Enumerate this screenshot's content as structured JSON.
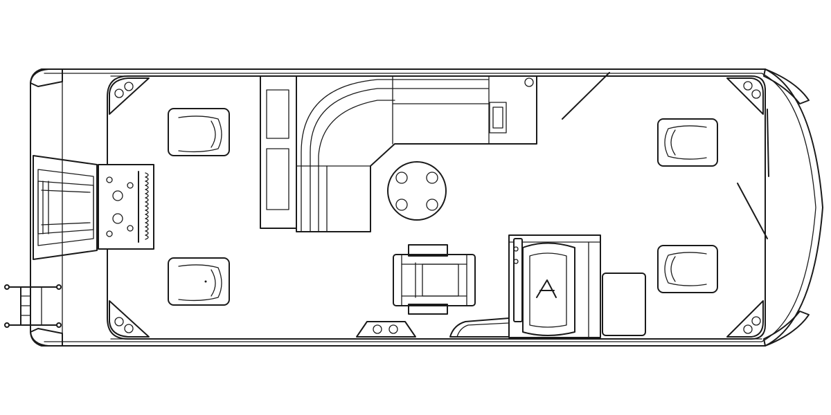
{
  "diagram": {
    "type": "pontoon-boat-floor-plan",
    "view": "top",
    "line_color": "#1a1a1a",
    "background_color": "#ffffff",
    "components": [
      "hull-outline",
      "deck",
      "stern-swim-platform",
      "boarding-ladder",
      "rear-lounge-seats",
      "l-shaped-lounge",
      "storage-console",
      "round-table",
      "captains-chair",
      "helm-console",
      "helm-side-panel",
      "bow-seats",
      "bow-gates",
      "corner-cleats"
    ],
    "labels": []
  }
}
